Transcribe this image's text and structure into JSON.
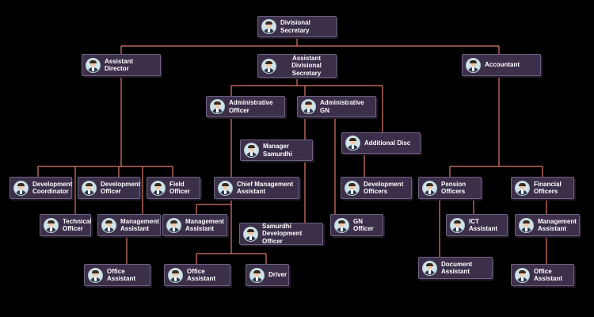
{
  "chart": {
    "nodes": [
      {
        "id": "divisional-secretary",
        "label": "Divisional Secretary"
      },
      {
        "id": "assistant-director",
        "label": "Assistant Director"
      },
      {
        "id": "assistant-divisional-secretary",
        "label": "Assistant Divisional Secretary"
      },
      {
        "id": "accountant",
        "label": "Accountant"
      },
      {
        "id": "administrative-officer",
        "label": "Administrative Officer"
      },
      {
        "id": "administrative-gn",
        "label": "Administrative GN"
      },
      {
        "id": "manager-samurdhi",
        "label": "Manager Samurdhi"
      },
      {
        "id": "additional-disc",
        "label": "Additional Disc"
      },
      {
        "id": "development-coordinator",
        "label": "Development Coordinator"
      },
      {
        "id": "development-officer",
        "label": "Development Officer"
      },
      {
        "id": "field-officer",
        "label": "Field Officer"
      },
      {
        "id": "chief-management-assistant",
        "label": "Chief Management Assistant"
      },
      {
        "id": "development-officers",
        "label": "Development Officers"
      },
      {
        "id": "pension-officers",
        "label": "Pension Officers"
      },
      {
        "id": "financial-officers",
        "label": "Financial Officers"
      },
      {
        "id": "technical-officer",
        "label": "Technical Officer"
      },
      {
        "id": "management-assistant-ad",
        "label": "Management Assistant"
      },
      {
        "id": "management-assistant-cma",
        "label": "Management Assistant"
      },
      {
        "id": "samurdhi-development-officer",
        "label": "Samurdhi Development Officer"
      },
      {
        "id": "gn-officer",
        "label": "GN Officer"
      },
      {
        "id": "ict-assistant",
        "label": "ICT Assistant"
      },
      {
        "id": "management-assistant-acc",
        "label": "Management Assistant"
      },
      {
        "id": "office-assistant-ad",
        "label": "Office Assistant"
      },
      {
        "id": "office-assistant-cma",
        "label": "Office Assistant"
      },
      {
        "id": "driver",
        "label": "Driver"
      },
      {
        "id": "document-assistant",
        "label": "Document Assistant"
      },
      {
        "id": "office-assistant-acc",
        "label": "Office Assistant"
      }
    ]
  },
  "colors": {
    "background": "#000000",
    "node_fill": "#3b2f4a",
    "node_border": "#6f6280",
    "connector": "#e07a6a",
    "text": "#ffffff"
  },
  "icons": {
    "avatar": "person-avatar-icon"
  }
}
